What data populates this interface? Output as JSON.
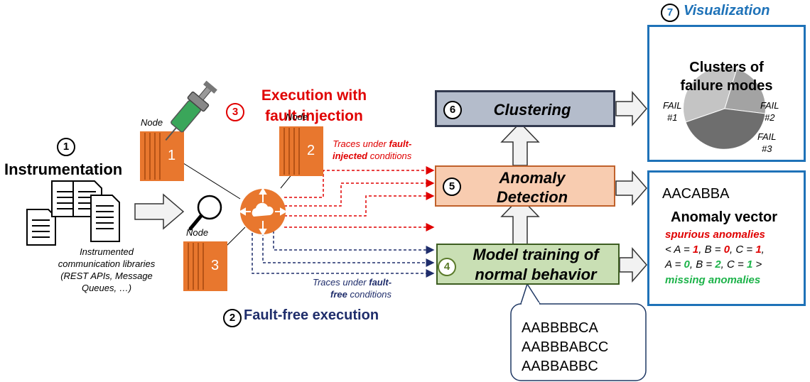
{
  "steps": {
    "s1": {
      "num": "1",
      "label": "Instrumentation"
    },
    "s2": {
      "num": "2",
      "label": "Fault-free execution"
    },
    "s3": {
      "num": "3",
      "label_line1": "Execution with",
      "label_line2": "fault-injection"
    },
    "s4": {
      "num": "4",
      "label_line1": "Model training of",
      "label_line2": "normal behavior"
    },
    "s5": {
      "num": "5",
      "label_line1": "Anomaly",
      "label_line2": "Detection"
    },
    "s6": {
      "num": "6",
      "label": "Clustering"
    },
    "s7": {
      "num": "7",
      "label": "Visualization"
    }
  },
  "nodes": {
    "caption": "Node",
    "n1": "1",
    "n2": "2",
    "n3": "3"
  },
  "libraries_caption": [
    "Instrumented",
    "communication libraries",
    "(REST APIs, Message",
    "Queues, …)"
  ],
  "traces_fault": {
    "line1_pre": "Traces under ",
    "line1_bold": "fault-",
    "line2_bold": "injected",
    "line2_post": " conditions"
  },
  "traces_free": {
    "line1_pre": "Traces under ",
    "line1_bold": "fault-",
    "line2_bold": "free",
    "line2_post": " conditions"
  },
  "training_callout": [
    "AABBBBCA",
    "AABBBABCC",
    "AABBABBC"
  ],
  "anomaly_panel": {
    "sequence": "AACABBA",
    "title": "Anomaly vector",
    "spurious": "spurious anomalies",
    "row1": [
      {
        "t": "< A = ",
        "c": "#000"
      },
      {
        "t": "1",
        "c": "#e00000"
      },
      {
        "t": ", B = ",
        "c": "#000"
      },
      {
        "t": "0",
        "c": "#e00000"
      },
      {
        "t": ", C = ",
        "c": "#000"
      },
      {
        "t": "1",
        "c": "#e00000"
      },
      {
        "t": ",",
        "c": "#000"
      }
    ],
    "row2": [
      {
        "t": "A = ",
        "c": "#000"
      },
      {
        "t": "0",
        "c": "#1db34a"
      },
      {
        "t": ", B = ",
        "c": "#000"
      },
      {
        "t": "2",
        "c": "#1db34a"
      },
      {
        "t": ", C = ",
        "c": "#000"
      },
      {
        "t": "1",
        "c": "#1db34a"
      },
      {
        "t": " >",
        "c": "#000"
      }
    ],
    "missing": "missing anomalies"
  },
  "clusters_panel": {
    "title_line1": "Clusters of",
    "title_line2": "failure modes",
    "fail1": [
      "FAIL",
      "#1"
    ],
    "fail2": [
      "FAIL",
      "#2"
    ],
    "fail3": [
      "FAIL",
      "#3"
    ]
  },
  "colors": {
    "red": "#e00000",
    "green": "#1db34a",
    "navy": "#1f2d6b",
    "blue_border": "#1e72b8",
    "aws_orange": "#e8772e",
    "clustering_fill": "#b4bccb",
    "anomaly_fill": "#f8ccb0",
    "model_fill": "#c9dfb4"
  }
}
